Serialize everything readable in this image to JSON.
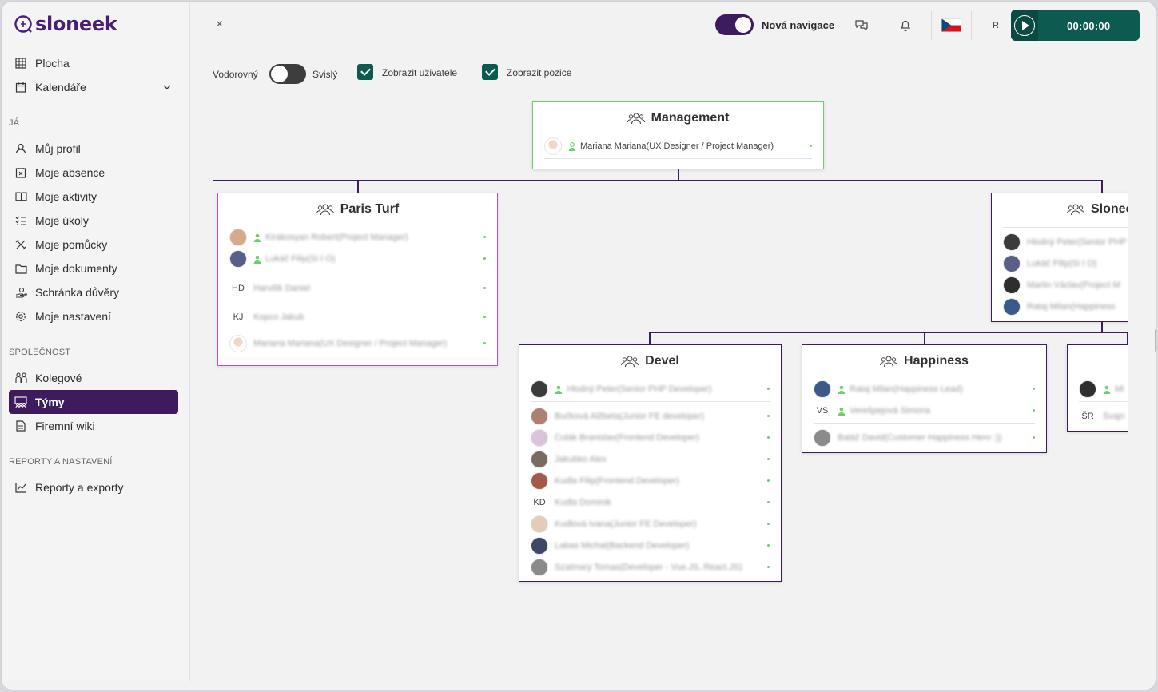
{
  "app": {
    "brand": "sloneek",
    "colors": {
      "primary": "#3e1a5e",
      "teal": "#0c5a50",
      "green": "#6bd06b",
      "pink": "#c04fd6"
    }
  },
  "sidebar": {
    "items_top": [
      {
        "label": "Plocha",
        "icon": "grid-icon"
      },
      {
        "label": "Kalendáře",
        "icon": "calendar-icon",
        "has_chevron": true
      }
    ],
    "section_me": "JÁ",
    "items_me": [
      {
        "label": "Můj profil",
        "icon": "user-icon"
      },
      {
        "label": "Moje absence",
        "icon": "absence-icon"
      },
      {
        "label": "Moje aktivity",
        "icon": "book-icon"
      },
      {
        "label": "Moje úkoly",
        "icon": "tasks-icon"
      },
      {
        "label": "Moje pomůcky",
        "icon": "tools-icon"
      },
      {
        "label": "Moje dokumenty",
        "icon": "folder-icon"
      },
      {
        "label": "Schránka důvěry",
        "icon": "trust-box-icon"
      },
      {
        "label": "Moje nastavení",
        "icon": "gear-icon"
      }
    ],
    "section_company": "SPOLEČNOST",
    "items_company": [
      {
        "label": "Kolegové",
        "icon": "colleagues-icon"
      },
      {
        "label": "Týmy",
        "icon": "teams-icon",
        "active": true
      },
      {
        "label": "Firemní wiki",
        "icon": "wiki-icon"
      }
    ],
    "section_reports": "REPORTY A NASTAVENÍ",
    "items_reports": [
      {
        "label": "Reporty a exporty",
        "icon": "chart-line-icon"
      }
    ]
  },
  "topbar": {
    "close": "×",
    "nova_navigace": "Nová navigace",
    "user_initial": "R",
    "timer": "00:00:00"
  },
  "options": {
    "horizontal": "Vodorovný",
    "vertical": "Svislý",
    "show_users": "Zobrazit uživatele",
    "show_positions": "Zobrazit pozice"
  },
  "org": {
    "management": {
      "title": "Management",
      "members": [
        {
          "name": "Mariana Mariana(UX Designer / Project Manager)",
          "lead": true
        }
      ]
    },
    "paris_turf": {
      "title": "Paris Turf",
      "leads": [
        {
          "name": "Kirakosyan Robert(Project Manager)"
        },
        {
          "name": "Lukáč Filip(Si I O)"
        }
      ],
      "members": [
        {
          "initials": "HD",
          "name": "Harvilík Daniel"
        },
        {
          "initials": "KJ",
          "name": "Kopco Jakub"
        },
        {
          "name": "Mariana Mariana(UX Designer / Project Manager)"
        }
      ]
    },
    "sloneek": {
      "title": "Sloneek",
      "members": [
        {
          "name": "Hlodný Peter(Senior PHP"
        },
        {
          "name": "Lukáč Filip(Si I O)"
        },
        {
          "name": "Martin Václav(Project M"
        },
        {
          "name": "Rataj Milan(Happiness"
        }
      ]
    },
    "devel": {
      "title": "Devel",
      "leads": [
        {
          "name": "Hlodný Peter(Senior PHP Developer)"
        }
      ],
      "members": [
        {
          "name": "Bučková Alžbeta(Junior FE developer)"
        },
        {
          "name": "Čulák Branislav(Frontend Developer)"
        },
        {
          "name": "Jakubko Alex"
        },
        {
          "name": "Kudla Filip(Frontend Developer)"
        },
        {
          "initials": "KD",
          "name": "Kudla Dominik"
        },
        {
          "name": "Kudlová Ivana(Junior FE Developer)"
        },
        {
          "name": "Labas Michal(Backend Developer)"
        },
        {
          "name": "Szatmary Tomas(Developer - Vue.JS, React.JS)"
        }
      ]
    },
    "happiness": {
      "title": "Happiness",
      "leads": [
        {
          "name": "Rataj Milan(Happiness Lead)"
        },
        {
          "initials": "VS",
          "name": "Verešpejová Simona"
        }
      ],
      "members": [
        {
          "name": "Baláž David(Customer Happiness Hero :))"
        }
      ]
    },
    "partial": {
      "members": [
        {
          "name": "Mi"
        },
        {
          "initials": "ŠR",
          "name": "Švajn"
        }
      ]
    }
  }
}
